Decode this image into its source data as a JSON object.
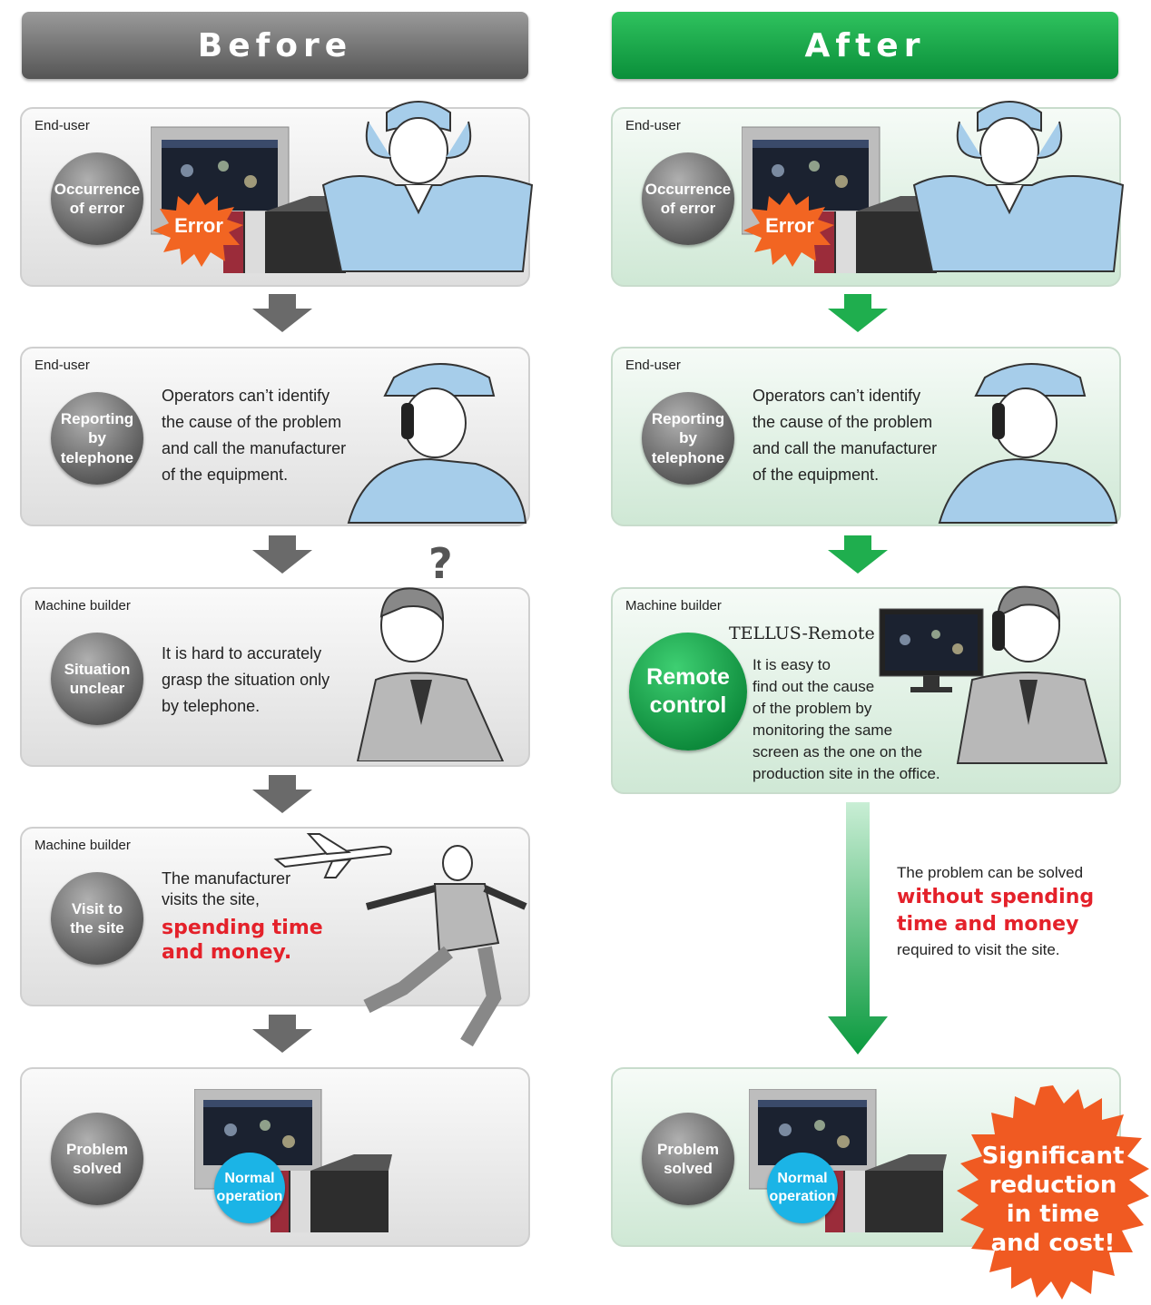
{
  "before": {
    "header": "Before",
    "steps": [
      {
        "role": "End-user",
        "label_lines": [
          "Occurrence",
          "of error"
        ],
        "badge": "Error"
      },
      {
        "role": "End-user",
        "label_lines": [
          "Reporting",
          "by",
          "telephone"
        ],
        "text_lines": [
          "Operators can’t identify",
          "the cause of the problem",
          "and call the manufacturer",
          "of the equipment."
        ]
      },
      {
        "role": "Machine builder",
        "label_lines": [
          "Situation",
          "unclear"
        ],
        "text_lines": [
          "It is hard to accurately",
          "grasp the situation only",
          "by telephone."
        ],
        "symbol": "?"
      },
      {
        "role": "Machine builder",
        "label_lines": [
          "Visit to",
          "the site"
        ],
        "text_lines": [
          "The manufacturer",
          "visits the site,"
        ],
        "highlight_lines": [
          "spending time",
          "and money."
        ]
      },
      {
        "label_lines": [
          "Problem",
          "solved"
        ],
        "badge_lines": [
          "Normal",
          "operation"
        ]
      }
    ]
  },
  "after": {
    "header": "After",
    "steps": [
      {
        "role": "End-user",
        "label_lines": [
          "Occurrence",
          "of error"
        ],
        "badge": "Error"
      },
      {
        "role": "End-user",
        "label_lines": [
          "Reporting",
          "by",
          "telephone"
        ],
        "text_lines": [
          "Operators can’t identify",
          "the cause of the problem",
          "and call the manufacturer",
          "of the equipment."
        ]
      },
      {
        "role": "Machine builder",
        "product": "TELLUS-Remote",
        "label_lines": [
          "Remote",
          "control"
        ],
        "text_lines": [
          "It is easy to",
          "find out the cause",
          "of the problem by",
          "monitoring the same",
          "screen as the one on the",
          "production site in the office."
        ]
      },
      {
        "label_lines": [
          "Problem",
          "solved"
        ],
        "badge_lines": [
          "Normal",
          "operation"
        ]
      }
    ],
    "note": {
      "line1": "The problem can be solved",
      "highlight_lines": [
        "without spending",
        "time and money"
      ],
      "line2": "required to visit the site."
    },
    "burst_lines": [
      "Significant",
      "reduction",
      "in time",
      "and cost!"
    ]
  },
  "colors": {
    "before_header": "#6e6e6e",
    "after_header": "#16a84a",
    "error_burst": "#f26522",
    "normal_badge": "#1bb4e6",
    "highlight_red": "#e4212a",
    "worker_blue": "#a6cdea",
    "suit_gray": "#b8b8b8"
  }
}
